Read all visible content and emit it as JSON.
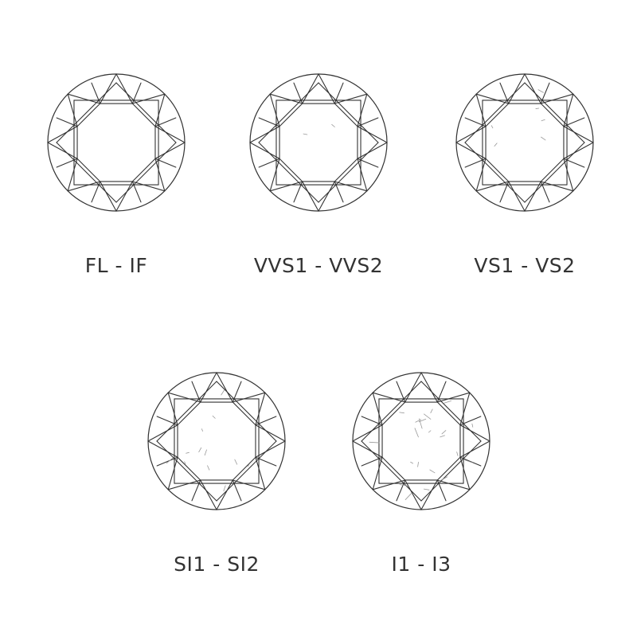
{
  "grades": [
    {
      "label": "FL - IF",
      "inclusion_level": 0
    },
    {
      "label": "VVS1 - VVS2",
      "inclusion_level": 1
    },
    {
      "label": "VS1 - VS2",
      "inclusion_level": 2
    },
    {
      "label": "SI1 - SI2",
      "inclusion_level": 3
    },
    {
      "label": "I1 - I3",
      "inclusion_level": 4
    }
  ],
  "colors": {
    "stroke": "#333333",
    "inclusion": "#999999",
    "background": "#ffffff"
  }
}
